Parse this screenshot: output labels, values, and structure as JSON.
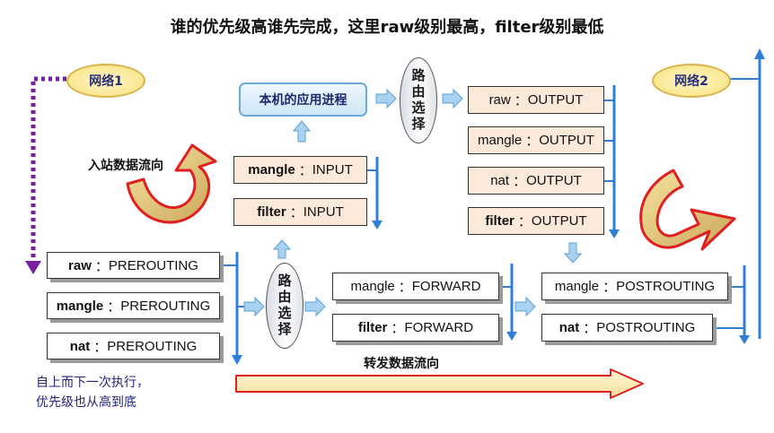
{
  "title": "谁的优先级高谁先完成，这里raw级别最高，filter级别最低",
  "network1": "网络1",
  "network2": "网络2",
  "inbound_label": "入站数据流向",
  "forward_label": "转发数据流向",
  "local_app": "本机的应用进程",
  "routing": "路由选择",
  "note_line1": "自上而下一次执行，",
  "note_line2": "优先级也从高到底",
  "prerouting": [
    {
      "table": "raw",
      "chain": "PREROUTING"
    },
    {
      "table": "mangle",
      "chain": "PREROUTING"
    },
    {
      "table": "nat",
      "chain": "PREROUTING"
    }
  ],
  "input": [
    {
      "table": "mangle",
      "chain": "INPUT"
    },
    {
      "table": "filter",
      "chain": "INPUT"
    }
  ],
  "forward": [
    {
      "table": "mangle",
      "chain": "FORWARD"
    },
    {
      "table": "filter",
      "chain": "FORWARD"
    }
  ],
  "output": [
    {
      "table": "raw",
      "chain": "OUTPUT"
    },
    {
      "table": "mangle",
      "chain": "OUTPUT"
    },
    {
      "table": "nat",
      "chain": "OUTPUT"
    },
    {
      "table": "filter",
      "chain": "OUTPUT"
    }
  ],
  "postrouting": [
    {
      "table": "mangle",
      "chain": "POSTROUTING"
    },
    {
      "table": "nat",
      "chain": "POSTROUTING"
    }
  ],
  "separator": "："
}
